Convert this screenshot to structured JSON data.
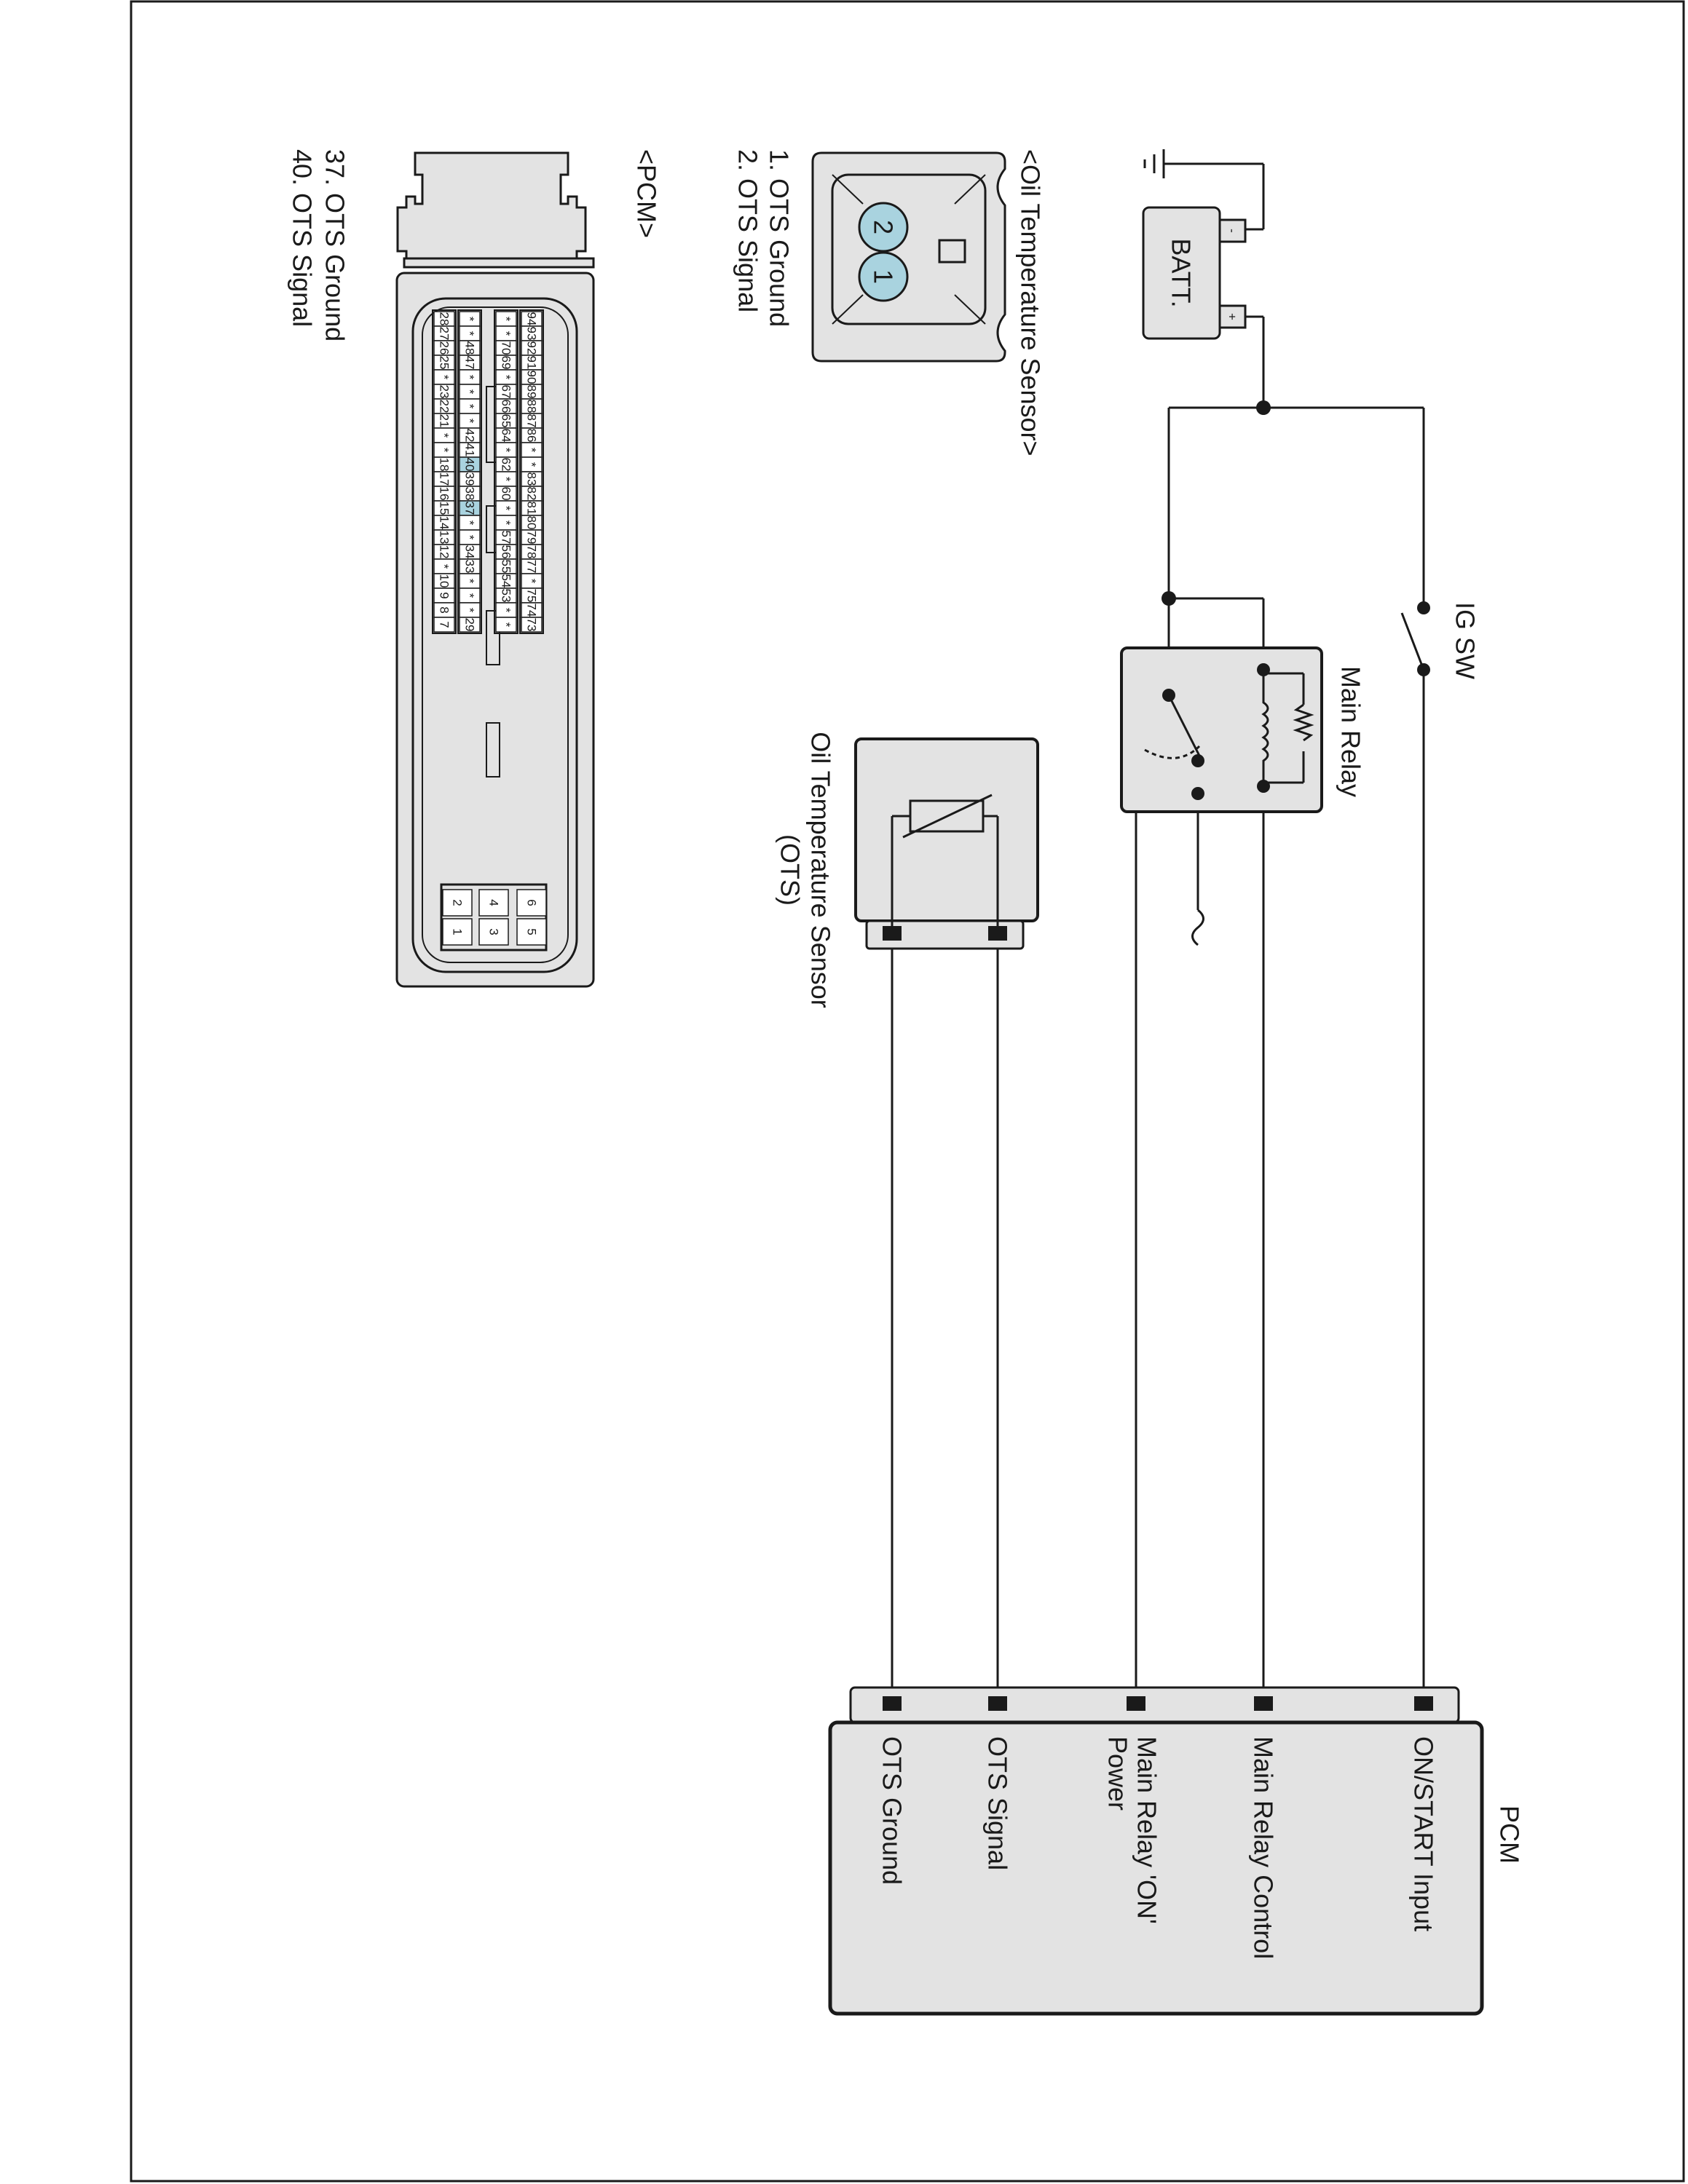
{
  "pcm_module": {
    "title": "PCM",
    "terminals": [
      {
        "label": "ON/START Input"
      },
      {
        "label": "Main Relay Control"
      },
      {
        "label": "Main Relay 'ON'",
        "label2": "Power"
      },
      {
        "label": "OTS Signal"
      },
      {
        "label": "OTS Ground"
      }
    ]
  },
  "ig_switch": {
    "label": "IG SW"
  },
  "main_relay": {
    "label": "Main Relay"
  },
  "battery": {
    "label": "BATT.",
    "plus": "+",
    "minus": "-"
  },
  "ots_sensor": {
    "label_line1": "Oil Temperature Sensor",
    "label_line2": "(OTS)"
  },
  "ots_connector": {
    "title": "<Oil Temperature Sensor>",
    "pins": [
      "1",
      "2"
    ],
    "legend": [
      "1. OTS Ground",
      "2. OTS Signal"
    ]
  },
  "pcm_connector": {
    "title": "<PCM>",
    "legend": [
      "37. OTS Ground",
      "40. OTS Signal"
    ],
    "rows": [
      [
        "94",
        "93",
        "92",
        "91",
        "90",
        "89",
        "88",
        "87",
        "86",
        "*",
        "*",
        "83",
        "82",
        "81",
        "80",
        "79",
        "78",
        "77",
        "*",
        "75",
        "74",
        "73"
      ],
      [
        "*",
        "*",
        "70",
        "69",
        "*",
        "67",
        "66",
        "65",
        "64",
        "*",
        "62",
        "*",
        "60",
        "*",
        "*",
        "57",
        "56",
        "55",
        "54",
        "53",
        "*",
        "*"
      ],
      [
        "*",
        "*",
        "48",
        "47",
        "*",
        "*",
        "*",
        "*",
        "42",
        "41",
        "40",
        "39",
        "38",
        "37",
        "*",
        "*",
        "34",
        "33",
        "*",
        "*",
        "*",
        "29"
      ],
      [
        "28",
        "27",
        "26",
        "25",
        "*",
        "23",
        "22",
        "21",
        "*",
        "*",
        "18",
        "17",
        "16",
        "15",
        "14",
        "13",
        "12",
        "*",
        "10",
        "9",
        "8",
        "7"
      ]
    ],
    "highlighted": [
      "37",
      "40"
    ],
    "small_block": [
      [
        "6",
        "5"
      ],
      [
        "4",
        "3"
      ],
      [
        "2",
        "1"
      ]
    ]
  },
  "colors": {
    "line": "#1a1a1a",
    "fill": "#e3e3e3",
    "pin_highlight": "#a9d3df"
  }
}
